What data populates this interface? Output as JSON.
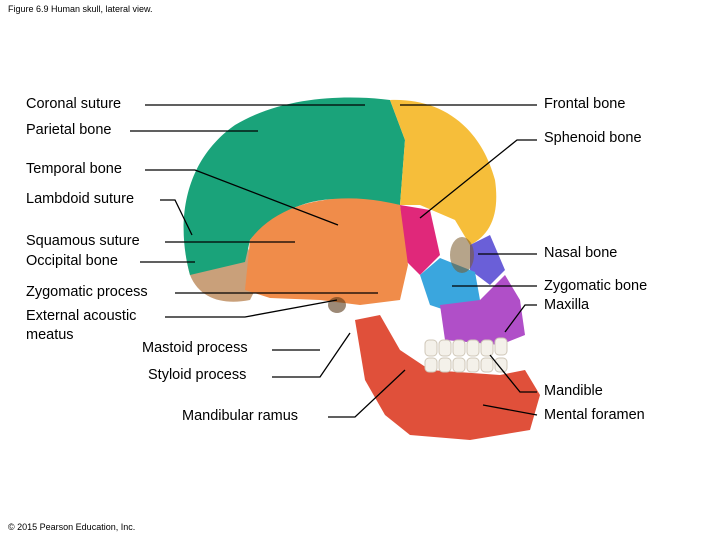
{
  "caption": "Figure 6.9 Human skull, lateral view.",
  "copyright": "© 2015 Pearson Education, Inc.",
  "labels": {
    "coronal_suture": "Coronal suture",
    "parietal_bone": "Parietal bone",
    "temporal_bone": "Temporal bone",
    "lambdoid_suture": "Lambdoid suture",
    "squamous_suture": "Squamous suture",
    "occipital_bone": "Occipital bone",
    "zygomatic_process": "Zygomatic process",
    "external_acoustic_meatus_1": "External acoustic",
    "external_acoustic_meatus_2": "meatus",
    "mastoid_process": "Mastoid process",
    "styloid_process": "Styloid process",
    "mandibular_ramus": "Mandibular ramus",
    "frontal_bone": "Frontal bone",
    "sphenoid_bone": "Sphenoid bone",
    "nasal_bone": "Nasal bone",
    "zygomatic_bone": "Zygomatic bone",
    "maxilla": "Maxilla",
    "mandible": "Mandible",
    "mental_foramen": "Mental foramen"
  },
  "bone_colors": {
    "parietal": "#1aa37a",
    "frontal": "#f6be3a",
    "temporal": "#f08c4a",
    "occipital": "#c9a07a",
    "sphenoid": "#e0287a",
    "zygomatic": "#3aa6de",
    "maxilla": "#b04fc8",
    "nasal": "#6a5fd8",
    "mandible": "#e0503a",
    "teeth": "#f4f1ea"
  }
}
